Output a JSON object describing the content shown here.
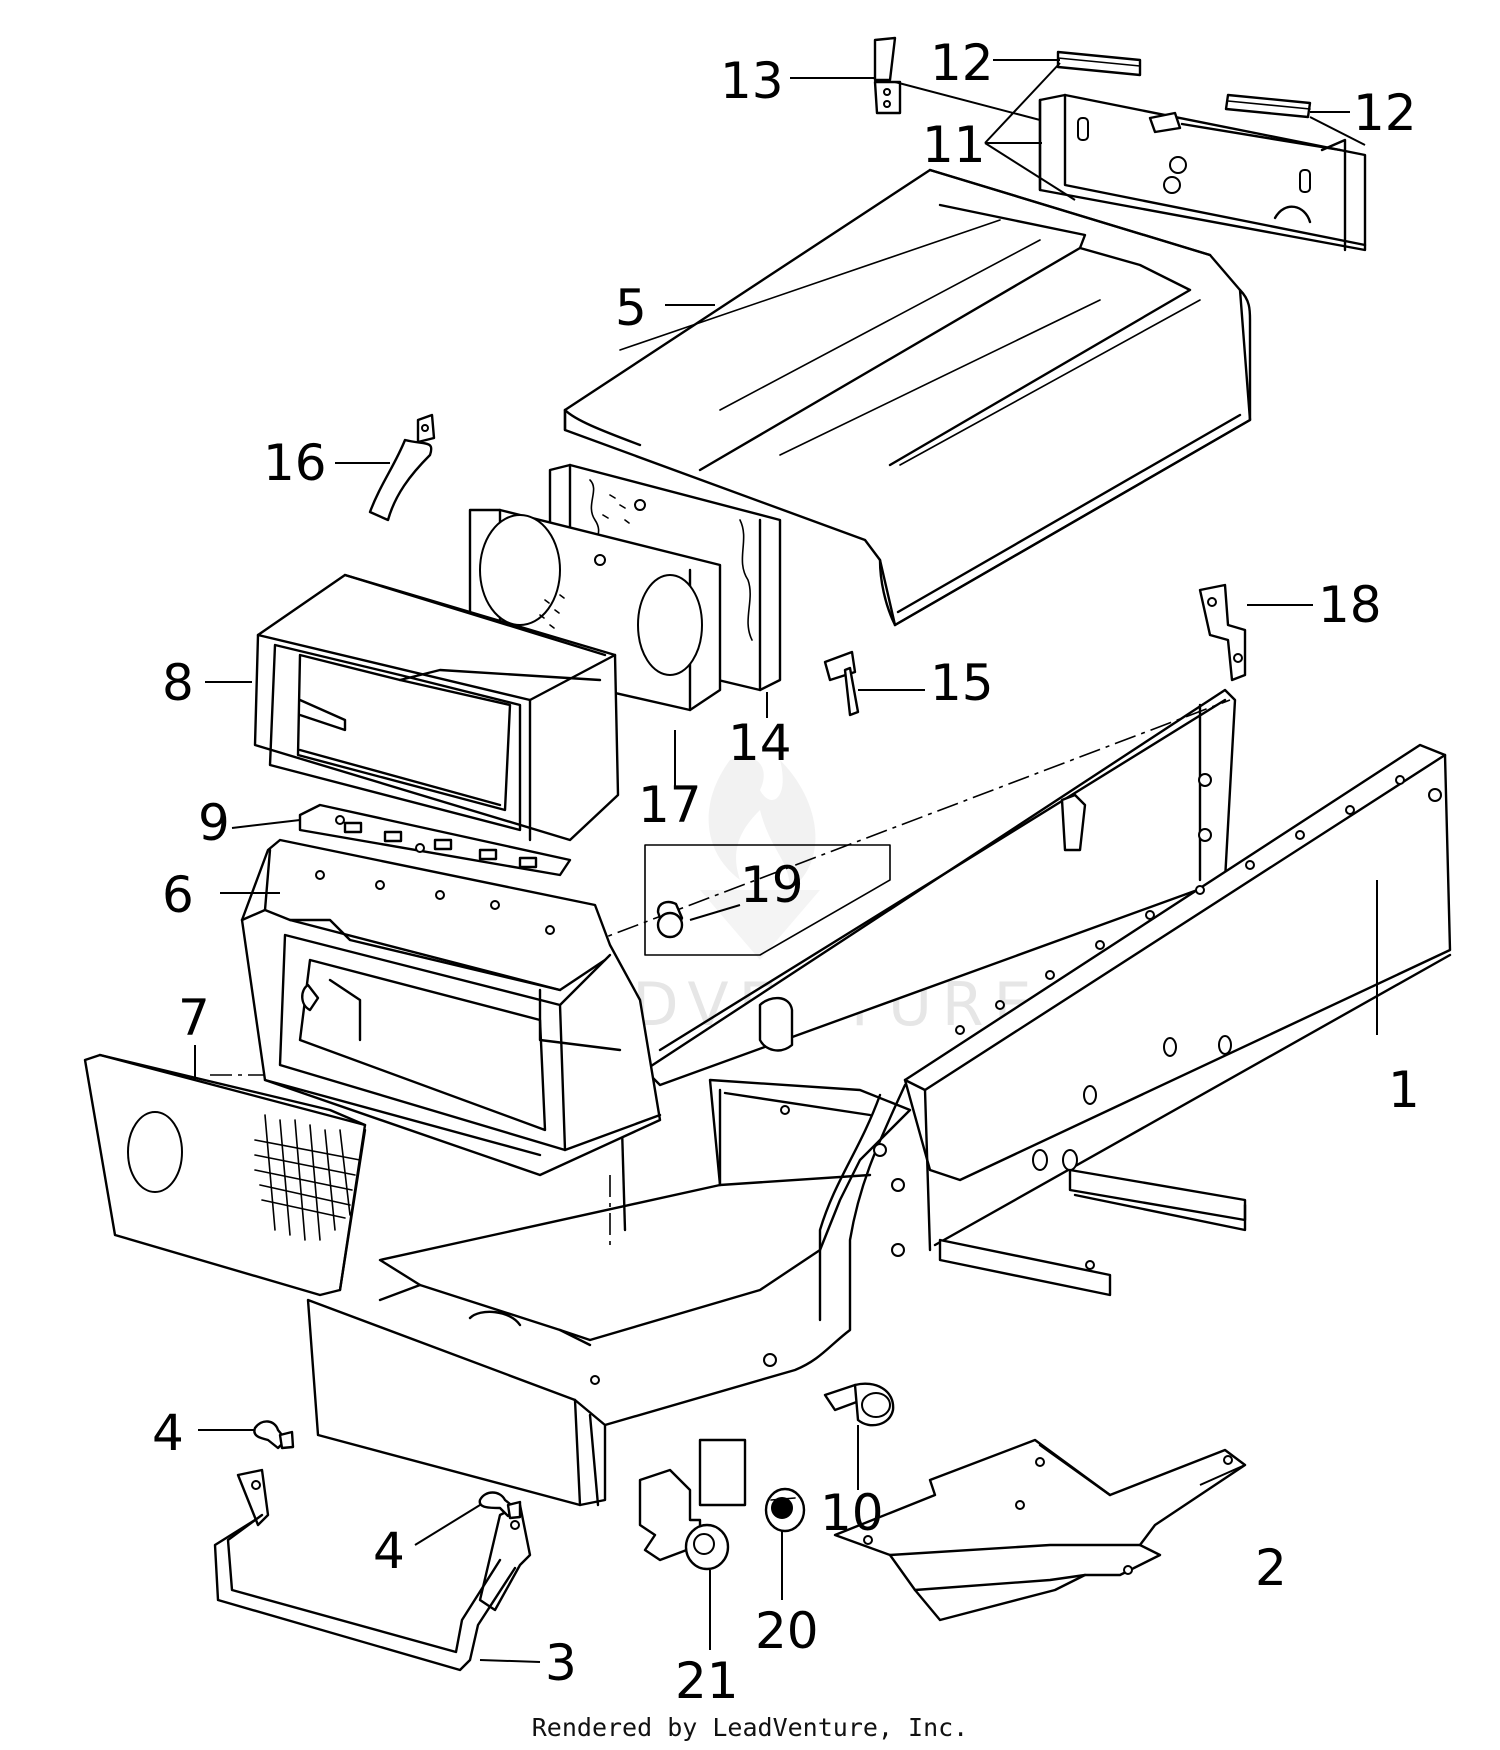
{
  "diagram": {
    "watermark": "LEADVENTURE",
    "callouts": {
      "c1": "1",
      "c2": "2",
      "c3": "3",
      "c4a": "4",
      "c4b": "4",
      "c5": "5",
      "c6": "6",
      "c7": "7",
      "c8": "8",
      "c9": "9",
      "c10": "10",
      "c11": "11",
      "c12a": "12",
      "c12b": "12",
      "c13": "13",
      "c14": "14",
      "c15": "15",
      "c16": "16",
      "c17": "17",
      "c18": "18",
      "c19": "19",
      "c20": "20",
      "c21": "21"
    }
  },
  "footer": {
    "credit": "Rendered by LeadVenture, Inc."
  }
}
